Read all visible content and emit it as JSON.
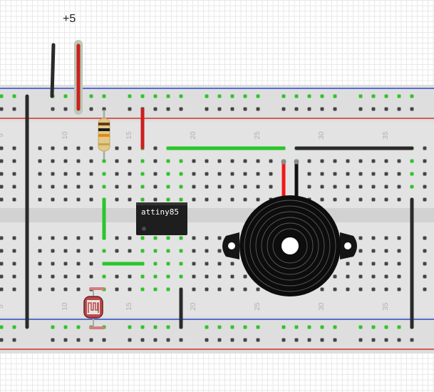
{
  "power_label": "+5",
  "chip_label": "attiny85",
  "column_numbers": [
    "5",
    "10",
    "15",
    "20",
    "25",
    "30",
    "35"
  ],
  "colors": {
    "board": "#dcdcdc",
    "rail_red": "#d0312d",
    "rail_blue": "#2b4cc8",
    "hole": "#444444",
    "hole_connected": "#31c22c",
    "wire_black": "#2a2a2a",
    "wire_red": "#cc1f1f",
    "wire_green": "#29c629",
    "chip": "#1e1e1e",
    "buzzer": "#111111"
  }
}
